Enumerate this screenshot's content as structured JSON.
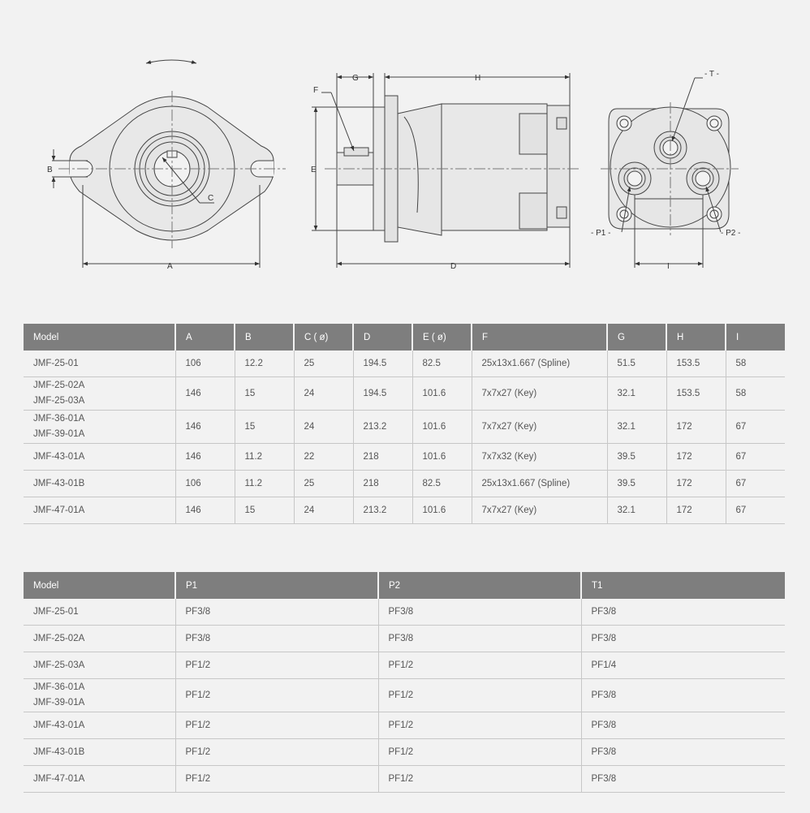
{
  "drawing_labels": {
    "A": "A",
    "B": "B",
    "C": "C",
    "D": "D",
    "E": "E",
    "F": "F",
    "G": "G",
    "H": "H",
    "I": "I",
    "T": "- T -",
    "P1": "- P1 -",
    "P2": "- P2 -"
  },
  "table1": {
    "headers": [
      "Model",
      "A",
      "B",
      "C ( ø)",
      "D",
      "E ( ø)",
      "F",
      "G",
      "H",
      "I"
    ],
    "rows": [
      {
        "model": "JMF-25-01",
        "A": "106",
        "B": "12.2",
        "C": "25",
        "D": "194.5",
        "E": "82.5",
        "F": "25x13x1.667 (Spline)",
        "G": "51.5",
        "H": "153.5",
        "I": "58"
      },
      {
        "model": "JMF-25-02A",
        "model2": "JMF-25-03A",
        "A": "146",
        "B": "15",
        "C": "24",
        "D": "194.5",
        "E": "101.6",
        "F": "7x7x27 (Key)",
        "G": "32.1",
        "H": "153.5",
        "I": "58"
      },
      {
        "model": "JMF-36-01A",
        "model2": "JMF-39-01A",
        "A": "146",
        "B": "15",
        "C": "24",
        "D": "213.2",
        "E": "101.6",
        "F": "7x7x27 (Key)",
        "G": "32.1",
        "H": "172",
        "I": "67"
      },
      {
        "model": "JMF-43-01A",
        "A": "146",
        "B": "11.2",
        "C": "22",
        "D": "218",
        "E": "101.6",
        "F": "7x7x32 (Key)",
        "G": "39.5",
        "H": "172",
        "I": "67"
      },
      {
        "model": "JMF-43-01B",
        "A": "106",
        "B": "11.2",
        "C": "25",
        "D": "218",
        "E": "82.5",
        "F": "25x13x1.667 (Spline)",
        "G": "39.5",
        "H": "172",
        "I": "67"
      },
      {
        "model": "JMF-47-01A",
        "A": "146",
        "B": "15",
        "C": "24",
        "D": "213.2",
        "E": "101.6",
        "F": "7x7x27 (Key)",
        "G": "32.1",
        "H": "172",
        "I": "67"
      }
    ]
  },
  "table2": {
    "headers": [
      "Model",
      "P1",
      "P2",
      "T1"
    ],
    "rows": [
      {
        "model": "JMF-25-01",
        "P1": "PF3/8",
        "P2": "PF3/8",
        "T1": "PF3/8"
      },
      {
        "model": "JMF-25-02A",
        "P1": "PF3/8",
        "P2": "PF3/8",
        "T1": "PF3/8"
      },
      {
        "model": "JMF-25-03A",
        "P1": "PF1/2",
        "P2": "PF1/2",
        "T1": "PF1/4"
      },
      {
        "model": "JMF-36-01A",
        "model2": "JMF-39-01A",
        "P1": "PF1/2",
        "P2": "PF1/2",
        "T1": "PF3/8"
      },
      {
        "model": "JMF-43-01A",
        "P1": "PF1/2",
        "P2": "PF1/2",
        "T1": "PF3/8"
      },
      {
        "model": "JMF-43-01B",
        "P1": "PF1/2",
        "P2": "PF1/2",
        "T1": "PF3/8"
      },
      {
        "model": "JMF-47-01A",
        "P1": "PF1/2",
        "P2": "PF1/2",
        "T1": "PF3/8"
      }
    ]
  }
}
